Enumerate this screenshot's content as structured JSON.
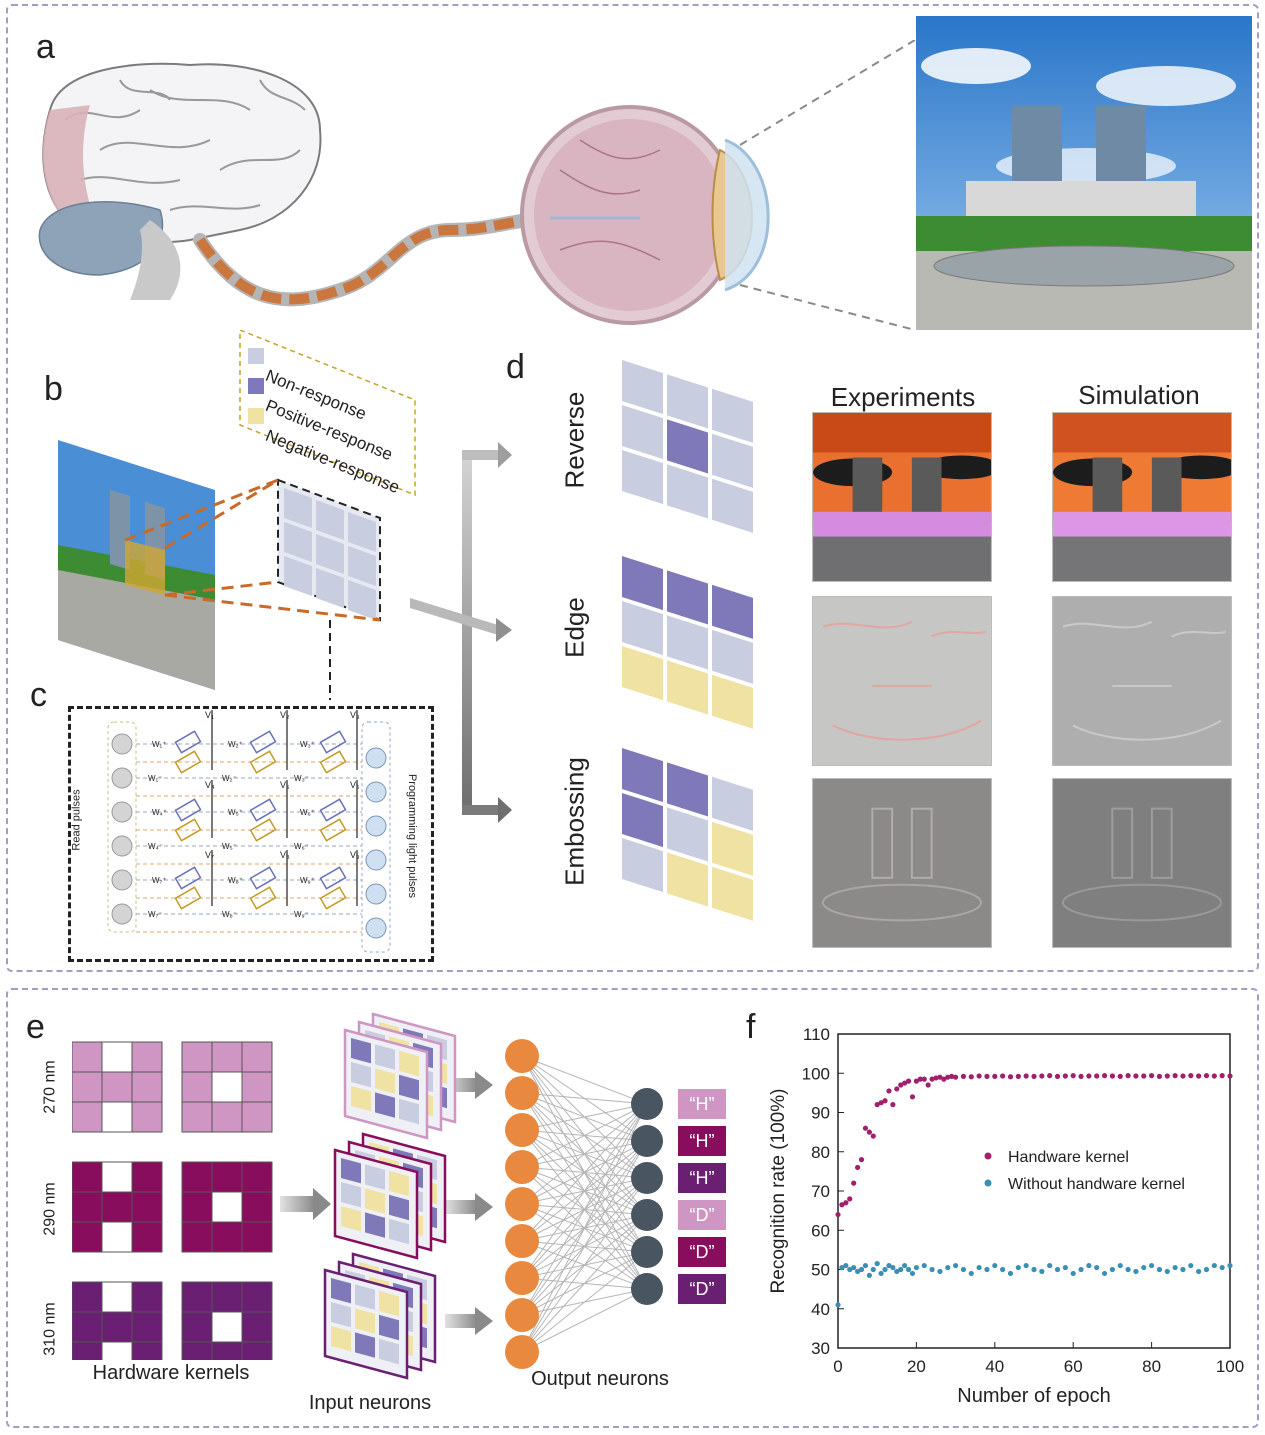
{
  "panels": {
    "a": "a",
    "b": "b",
    "c": "c",
    "d": "d",
    "e": "e",
    "f": "f"
  },
  "legend": {
    "non_response": "Non-response",
    "positive_response": "Positive-response",
    "negative_response": "Negative-response",
    "colors": {
      "non": "#c8cde0",
      "positive": "#7f78b9",
      "negative": "#efe2a3"
    }
  },
  "circuit": {
    "read_pulses": "Read pulses",
    "programming_light_pulses": "Programming light pulses",
    "outputs": [
      "V₁",
      "V₂",
      "V₃",
      "V₄",
      "V₅",
      "V₆",
      "V₇",
      "V₈",
      "V₉"
    ],
    "weights": [
      [
        "W₁⁺",
        "W₂⁺",
        "W₃⁺"
      ],
      [
        "W₁⁻",
        "W₂⁻",
        "W₃⁻"
      ],
      [
        "W₄⁺",
        "W₅⁺",
        "W₆⁺"
      ],
      [
        "W₄⁻",
        "W₅⁻",
        "W₆⁻"
      ],
      [
        "W₇⁺",
        "W₈⁺",
        "W₉⁺"
      ],
      [
        "W₇⁻",
        "W₈⁻",
        "W₉⁻"
      ]
    ]
  },
  "panel_d": {
    "rows": [
      "Reverse",
      "Edge",
      "Embossing"
    ],
    "columns": [
      "Experiments",
      "Simulation"
    ],
    "kernels": {
      "reverse": [
        [
          "n",
          "n",
          "n"
        ],
        [
          "n",
          "p",
          "n"
        ],
        [
          "n",
          "n",
          "n"
        ]
      ],
      "edge": [
        [
          "p",
          "p",
          "p"
        ],
        [
          "n",
          "n",
          "n"
        ],
        [
          "g",
          "g",
          "g"
        ]
      ],
      "embossing": [
        [
          "p",
          "p",
          "n"
        ],
        [
          "p",
          "n",
          "g"
        ],
        [
          "n",
          "g",
          "g"
        ]
      ]
    }
  },
  "panel_e": {
    "wavelengths": [
      "270 nm",
      "290 nm",
      "310 nm"
    ],
    "wavelength_colors": [
      "#cf96c3",
      "#880d5c",
      "#6b1f72"
    ],
    "hardware_kernels_label": "Hardware kernels",
    "input_neurons_label": "Input neurons",
    "output_neurons_label": "Output neurons",
    "outputs": [
      "“H”",
      "“H”",
      "“H”",
      "“D”",
      "“D”",
      "“D”"
    ],
    "output_colors": [
      "#cf96c3",
      "#880d5c",
      "#6b1f72",
      "#cf96c3",
      "#880d5c",
      "#6b1f72"
    ]
  },
  "chart_data": {
    "type": "scatter",
    "xlabel": "Number of epoch",
    "ylabel": "Recognition rate (100%)",
    "xlim": [
      0,
      100
    ],
    "ylim": [
      30,
      110
    ],
    "xticks": [
      0,
      20,
      40,
      60,
      80,
      100
    ],
    "yticks": [
      30,
      40,
      50,
      60,
      70,
      80,
      90,
      100,
      110
    ],
    "legend_position": "center-right",
    "series": [
      {
        "name": "Handware kernel",
        "color": "#a0206e",
        "x": [
          0,
          1,
          2,
          3,
          4,
          5,
          6,
          7,
          8,
          9,
          10,
          11,
          12,
          13,
          14,
          15,
          16,
          17,
          18,
          19,
          20,
          21,
          22,
          23,
          24,
          25,
          26,
          27,
          28,
          29,
          30,
          32,
          34,
          36,
          38,
          40,
          42,
          44,
          46,
          48,
          50,
          52,
          54,
          56,
          58,
          60,
          62,
          64,
          66,
          68,
          70,
          72,
          74,
          76,
          78,
          80,
          82,
          84,
          86,
          88,
          90,
          92,
          94,
          96,
          98,
          100
        ],
        "y": [
          64,
          66.5,
          67,
          68,
          72,
          76,
          78,
          86,
          85,
          84,
          92,
          92.5,
          93,
          95.5,
          92,
          96,
          97,
          97.5,
          98,
          94,
          98,
          98.5,
          98.5,
          97,
          98.5,
          98.8,
          99,
          98.5,
          99,
          99.2,
          99,
          99.2,
          99.1,
          99.3,
          99.2,
          99.2,
          99.3,
          99.1,
          99.2,
          99.3,
          99.2,
          99.3,
          99.4,
          99.2,
          99.3,
          99.4,
          99.2,
          99.3,
          99.3,
          99.4,
          99.3,
          99.2,
          99.4,
          99.3,
          99.3,
          99.4,
          99.2,
          99.3,
          99.4,
          99.3,
          99.4,
          99.3,
          99.4,
          99.3,
          99.4,
          99.3
        ]
      },
      {
        "name": "Without handware kernel",
        "color": "#3a8fb5",
        "x": [
          0,
          1,
          2,
          3,
          4,
          5,
          6,
          7,
          8,
          9,
          10,
          11,
          12,
          13,
          14,
          15,
          16,
          17,
          18,
          19,
          20,
          22,
          24,
          26,
          28,
          30,
          32,
          34,
          36,
          38,
          40,
          42,
          44,
          46,
          48,
          50,
          52,
          54,
          56,
          58,
          60,
          62,
          64,
          66,
          68,
          70,
          72,
          74,
          76,
          78,
          80,
          82,
          84,
          86,
          88,
          90,
          92,
          94,
          96,
          98,
          100
        ],
        "y": [
          41,
          50.5,
          51,
          50,
          50.5,
          49.5,
          50,
          51,
          48.5,
          50,
          51.5,
          49,
          50,
          51,
          50.5,
          49.5,
          50,
          51,
          50,
          49,
          50.5,
          51,
          50,
          49.5,
          50.5,
          51,
          50,
          49,
          50.5,
          50,
          51,
          50,
          49,
          50.5,
          51,
          50,
          49.5,
          51,
          50,
          50.5,
          49,
          50,
          51,
          50.5,
          49,
          50,
          51,
          50,
          49.5,
          50.5,
          51,
          50,
          49.5,
          50.5,
          50,
          51,
          49.5,
          50,
          51,
          50.5,
          51
        ]
      }
    ]
  }
}
